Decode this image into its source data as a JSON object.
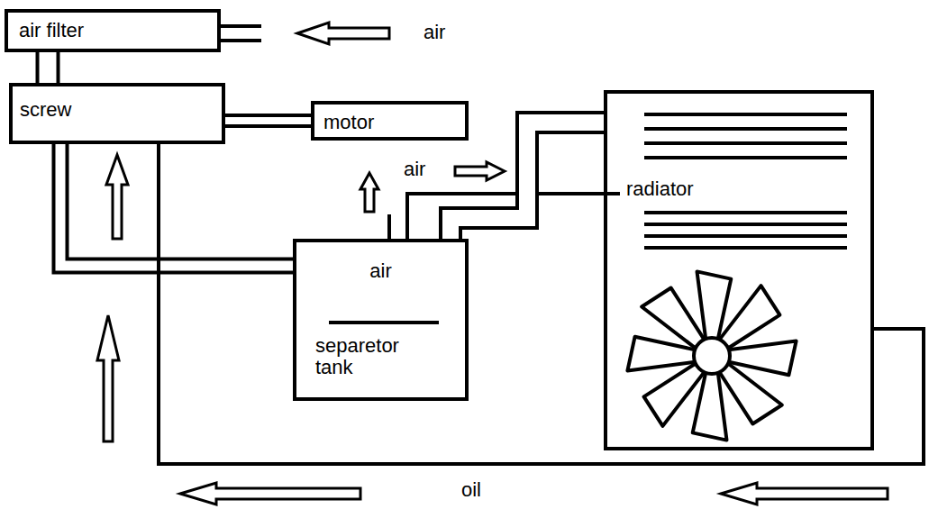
{
  "diagram": {
    "nodes": [
      {
        "text": [
          "air filter"
        ]
      },
      {
        "text": [
          "screw"
        ]
      },
      {
        "text": [
          "motor"
        ]
      },
      {
        "text": [
          "air",
          "separetor tank"
        ]
      },
      {
        "text": [
          "radiator"
        ]
      }
    ],
    "edges": [
      {
        "from": 0,
        "to": 1,
        "arrow": "none"
      },
      {
        "from": 1,
        "to": 2,
        "arrow": "none"
      },
      {
        "from": 1,
        "to": 3,
        "arrow": "none"
      },
      {
        "from": 3,
        "to": 4,
        "arrow": "none"
      },
      {
        "from": 4,
        "to": 1,
        "arrow": "none"
      }
    ],
    "labels": [
      "air",
      "air",
      "oil"
    ]
  }
}
